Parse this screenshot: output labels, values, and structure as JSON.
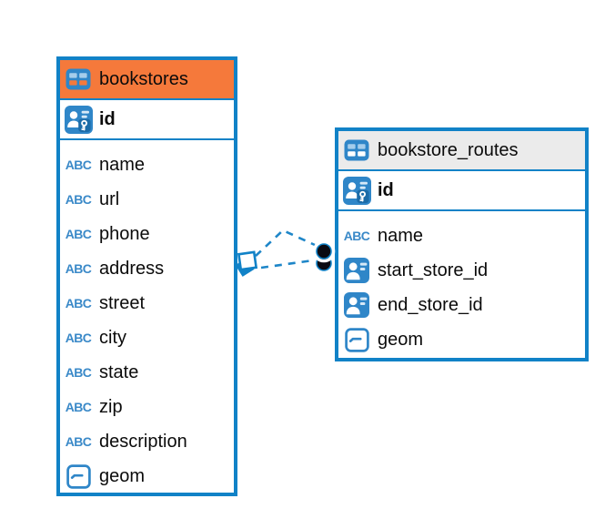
{
  "diagram": {
    "type": "entity-relationship",
    "background": "#ffffff"
  },
  "colors": {
    "table_border": "#1182c7",
    "relation_line": "#1e86c8",
    "icon_blue": "#2f86c8",
    "icon_light_cell": "#a5cdeb",
    "icon_key_patch": "#1c6ca8",
    "abc_blue": "#3a89c8",
    "bookstores_header_bg": "#f5793b",
    "routes_header_bg": "#ebebeb",
    "text_color": "#0b0b0b",
    "marker_dot_fill": "#0a0a12"
  },
  "icons": {
    "text_type_glyph": "ABC"
  },
  "tables": [
    {
      "title": "bookstores",
      "header_bg": "#f5793b",
      "icon_cell_color": "#f5793b",
      "primary_key": {
        "name": "id",
        "type": "primary-key"
      },
      "columns": [
        {
          "name": "name",
          "type": "text"
        },
        {
          "name": "url",
          "type": "text"
        },
        {
          "name": "phone",
          "type": "text"
        },
        {
          "name": "address",
          "type": "text"
        },
        {
          "name": "street",
          "type": "text"
        },
        {
          "name": "city",
          "type": "text"
        },
        {
          "name": "state",
          "type": "text"
        },
        {
          "name": "zip",
          "type": "text"
        },
        {
          "name": "description",
          "type": "text"
        },
        {
          "name": "geom",
          "type": "geometry"
        }
      ]
    },
    {
      "title": "bookstore_routes",
      "header_bg": "#ebebeb",
      "icon_cell_color": "#ffffff",
      "primary_key": {
        "name": "id",
        "type": "primary-key"
      },
      "columns": [
        {
          "name": "name",
          "type": "text"
        },
        {
          "name": "start_store_id",
          "type": "foreign-key"
        },
        {
          "name": "end_store_id",
          "type": "foreign-key"
        },
        {
          "name": "geom",
          "type": "geometry"
        }
      ]
    }
  ],
  "relation": {
    "from_table": "bookstores",
    "to_table": "bookstore_routes",
    "line_style": "dashed",
    "line_count": 2,
    "source_marker": "diamond",
    "target_marker": "double-dot"
  }
}
